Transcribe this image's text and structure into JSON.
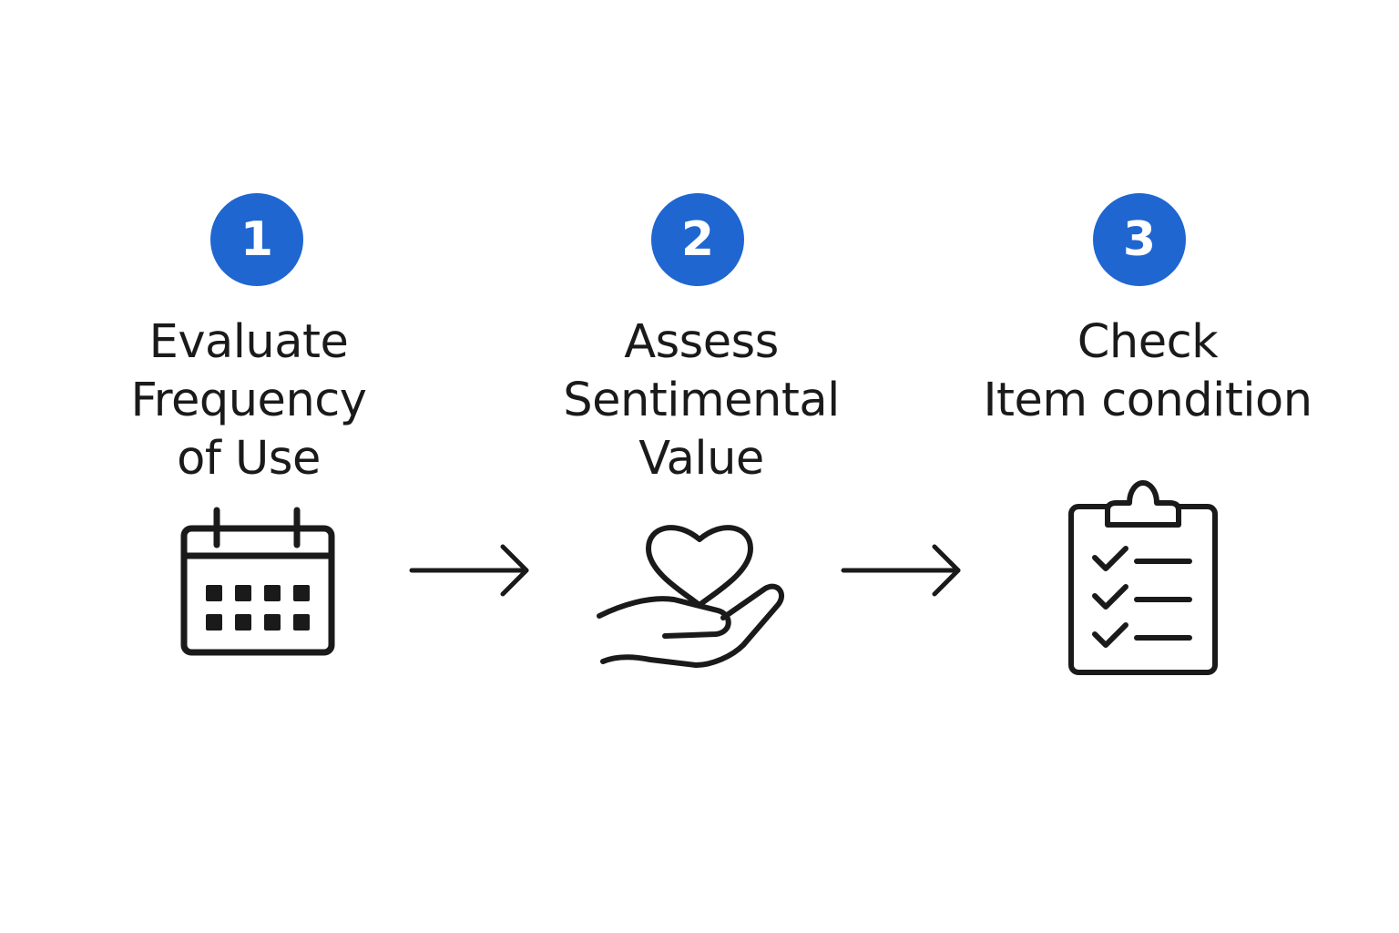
{
  "colors": {
    "badge": "#1f66d1",
    "ink": "#1a1a1a",
    "background": "#ffffff"
  },
  "steps": [
    {
      "number": "1",
      "title_lines": [
        "Evaluate",
        "Frequency",
        "of Use"
      ],
      "icon": "calendar-icon"
    },
    {
      "number": "2",
      "title_lines": [
        "Assess",
        "Sentimental",
        "Value"
      ],
      "icon": "heart-in-hand-icon"
    },
    {
      "number": "3",
      "title_lines": [
        "Check",
        "Item condition"
      ],
      "icon": "clipboard-checklist-icon"
    }
  ],
  "connectors": [
    "right-arrow-icon",
    "right-arrow-icon"
  ]
}
